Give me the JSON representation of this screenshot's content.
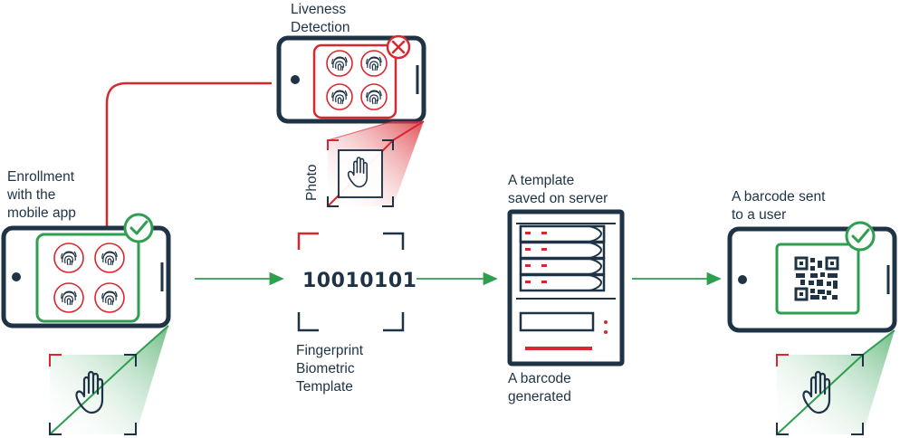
{
  "labels": {
    "liveness": [
      "Liveness",
      "Detection"
    ],
    "enrollment": [
      "Enrollment",
      "with the",
      "mobile app"
    ],
    "photo": "Photo",
    "binary": "10010101",
    "fingerprint_template": [
      "Fingerprint",
      "Biometric",
      "Template"
    ],
    "template_saved": [
      "A template",
      "saved on server"
    ],
    "barcode_generated": [
      "A barcode",
      "generated"
    ],
    "barcode_sent": [
      "A barcode sent",
      "to a user"
    ]
  },
  "colors": {
    "navy": "#1f3346",
    "red": "#d8282f",
    "green": "#2e9e4f",
    "light_red": "#f6c9c9",
    "light_green": "#cfead6"
  },
  "icons": [
    "phone-icon",
    "fingerprint-icon",
    "hand-icon",
    "check-badge-icon",
    "reject-badge-icon",
    "server-rack-icon",
    "qr-code-icon",
    "arrow-icon"
  ]
}
